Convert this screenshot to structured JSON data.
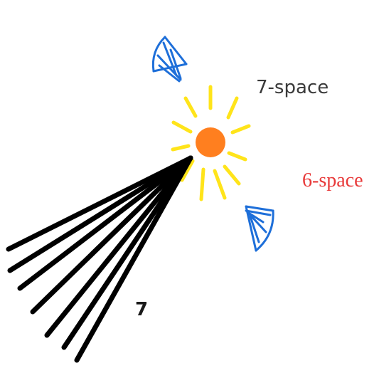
{
  "labels": {
    "upper_space": "7-space",
    "lower_space": "6-space",
    "bundle_count": "7"
  },
  "colors": {
    "sun_core": "#ff7f1f",
    "sun_rays": "#ffe41a",
    "eye_icons": "#1e6fd9",
    "lines": "#000000",
    "upper_space_text": "#3a3a3a",
    "lower_space_text": "#e83a3a"
  },
  "icons": [
    "sun-icon",
    "eye-icon-upper",
    "eye-icon-lower"
  ]
}
